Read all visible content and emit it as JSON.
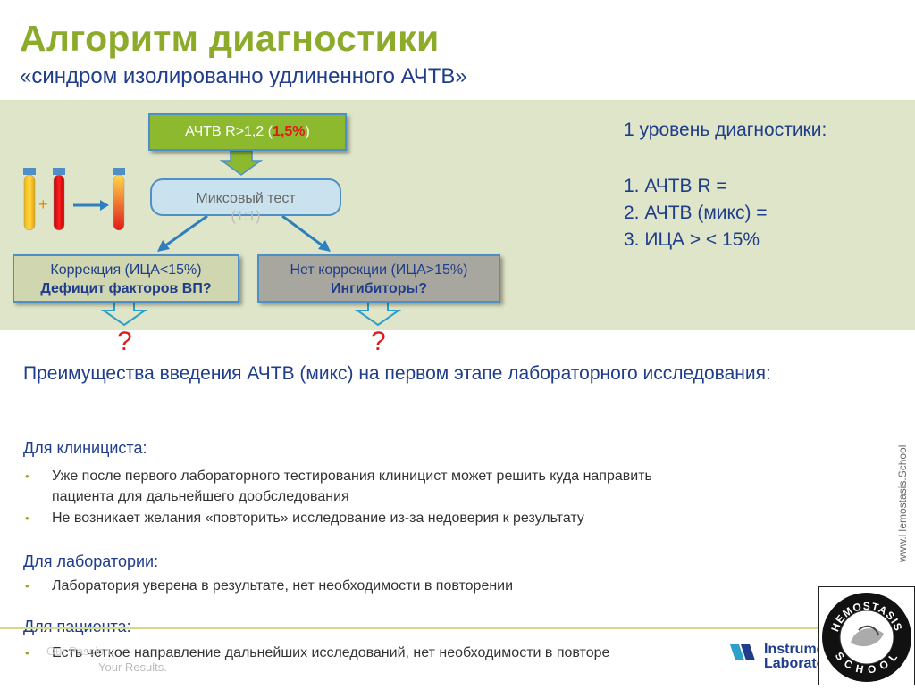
{
  "header": {
    "title": "Алгоритм диагностики",
    "subtitle": "«синдром изолированно удлиненного АЧТВ»"
  },
  "flowchart": {
    "apttv_box": {
      "prefix": "АЧТВ R>1,2 (",
      "highlight": "1,5%",
      "suffix": ")"
    },
    "mix_test": {
      "line1": "Миксовый тест",
      "line2": "(1:1)"
    },
    "correction": {
      "line1": "Коррекция (ИЦА<15%)",
      "line2": "Дефицит факторов ВП?"
    },
    "no_correction": {
      "line1": "Нет коррекции (ИЦА>15%)",
      "line2": "Ингибиторы?"
    },
    "plus": "+",
    "question_left": "?",
    "question_right": "?"
  },
  "level": {
    "title": "1 уровень диагностики:",
    "items": [
      "1. АЧТВ R =",
      "2. АЧТВ (микс) =",
      "3. ИЦА > < 15%"
    ]
  },
  "advantages": {
    "heading": "Преимущества введения АЧТВ (микс) на первом этапе лабораторного исследования:",
    "clinician": {
      "title": "Для клинициста:",
      "bullets": [
        "Уже после первого лабораторного тестирования клиницист может решить куда направить",
        "пациента для дальнейшего дообследования",
        "Не возникает желания «повторить» исследование из-за недоверия к результату"
      ]
    },
    "laboratory": {
      "title": "Для лаборатории:",
      "bullets": [
        "Лаборатория уверена в результате, нет необходимости в повторении"
      ]
    },
    "patient": {
      "title": "Для пациента:",
      "bullets": [
        "Есть четкое направление дальнейших исследований, нет необходимости в повторе"
      ]
    }
  },
  "footer": {
    "tagline_1": "Our Passion.",
    "tagline_2": "Your Results.",
    "brand_line1": "Instrume",
    "brand_line2": "Laborato",
    "website": "www.Hemostasis.School",
    "logo_top": "HEMOSTASIS",
    "logo_bottom": "SCHOOL"
  },
  "colors": {
    "title_green": "#8cab2a",
    "text_blue": "#1f3d8a",
    "panel_bg": "#dfe5c8",
    "arrow_blue": "#2e7fc0",
    "highlight_red": "#e01a1a"
  }
}
